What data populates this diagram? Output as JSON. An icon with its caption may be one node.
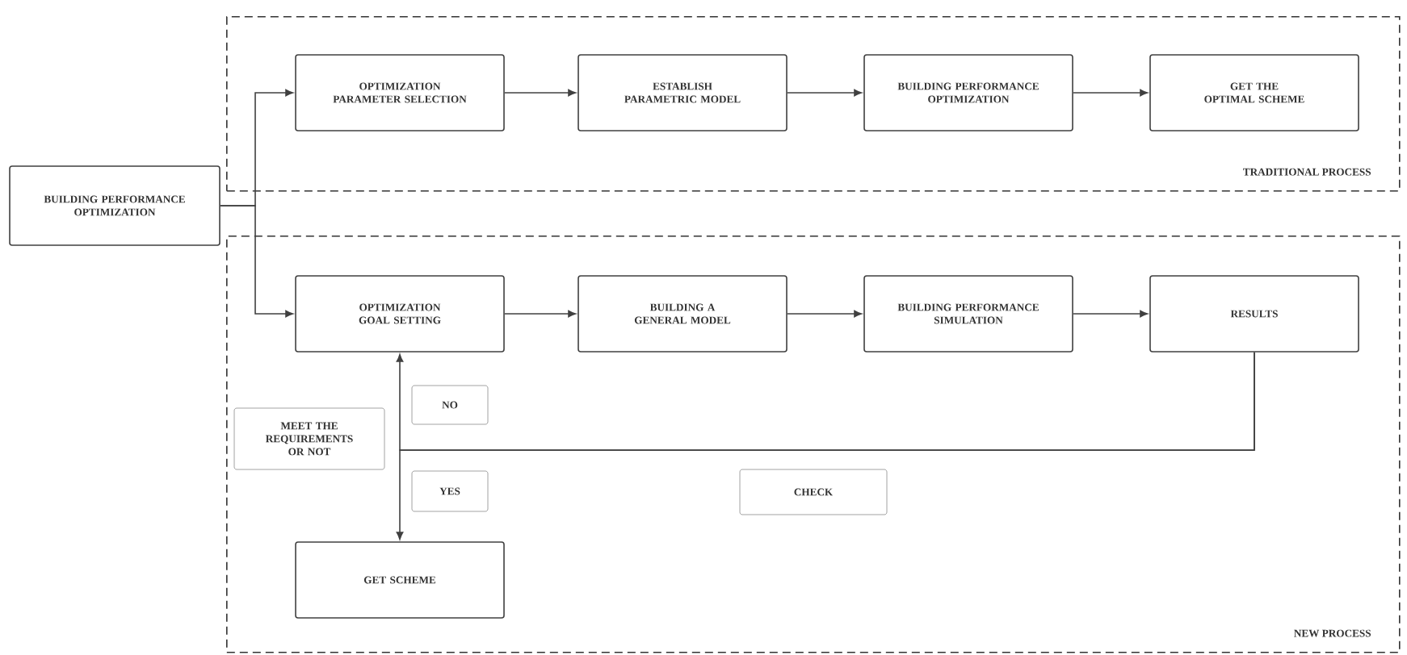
{
  "diagram": {
    "nodes": [
      {
        "text": [
          "TRADITIONAL PROCESS"
        ]
      },
      {
        "text": [
          "NEW PROCESS"
        ]
      },
      {
        "text": [
          "BUILDING PERFORMANCE OPTIMIZATION"
        ]
      },
      {
        "text": [
          "OPTIMIZATION PARAMETER SELECTION"
        ],
        "in": 0
      },
      {
        "text": [
          "ESTABLISH PARAMETRIC MODEL"
        ],
        "in": 0
      },
      {
        "text": [
          "BUILDING PERFORMANCE OPTIMIZATION"
        ],
        "in": 0
      },
      {
        "text": [
          "GET THE OPTIMAL SCHEME"
        ],
        "in": 0
      },
      {
        "text": [
          "OPTIMIZATION GOAL SETTING"
        ],
        "in": 1
      },
      {
        "text": [
          "BUILDING A GENERAL MODEL"
        ],
        "in": 1
      },
      {
        "text": [
          "BUILDING PERFORMANCE SIMULATION"
        ],
        "in": 1
      },
      {
        "text": [
          "RESULTS"
        ],
        "in": 1
      },
      {
        "text": [
          "NO"
        ],
        "in": 1
      },
      {
        "text": [
          "MEET THE REQUIREMENTS OR NOT"
        ],
        "in": 1
      },
      {
        "text": [
          "YES"
        ],
        "in": 1
      },
      {
        "text": [
          "CHECK"
        ],
        "in": 1
      },
      {
        "text": [
          "GET SCHEME"
        ],
        "in": 1
      }
    ],
    "edges": [
      {
        "from": 2,
        "to": 3,
        "arrow": "to"
      },
      {
        "from": 2,
        "to": 7,
        "arrow": "to"
      },
      {
        "from": 3,
        "to": 4,
        "arrow": "to"
      },
      {
        "from": 4,
        "to": 5,
        "arrow": "to"
      },
      {
        "from": 5,
        "to": 6,
        "arrow": "to"
      },
      {
        "from": 7,
        "to": 8,
        "arrow": "to"
      },
      {
        "from": 8,
        "to": 9,
        "arrow": "to"
      },
      {
        "from": 9,
        "to": 10,
        "arrow": "to"
      },
      {
        "from": 10,
        "to": 7,
        "arrow": "to"
      },
      {
        "from": 10,
        "to": 15,
        "arrow": "to"
      }
    ]
  }
}
